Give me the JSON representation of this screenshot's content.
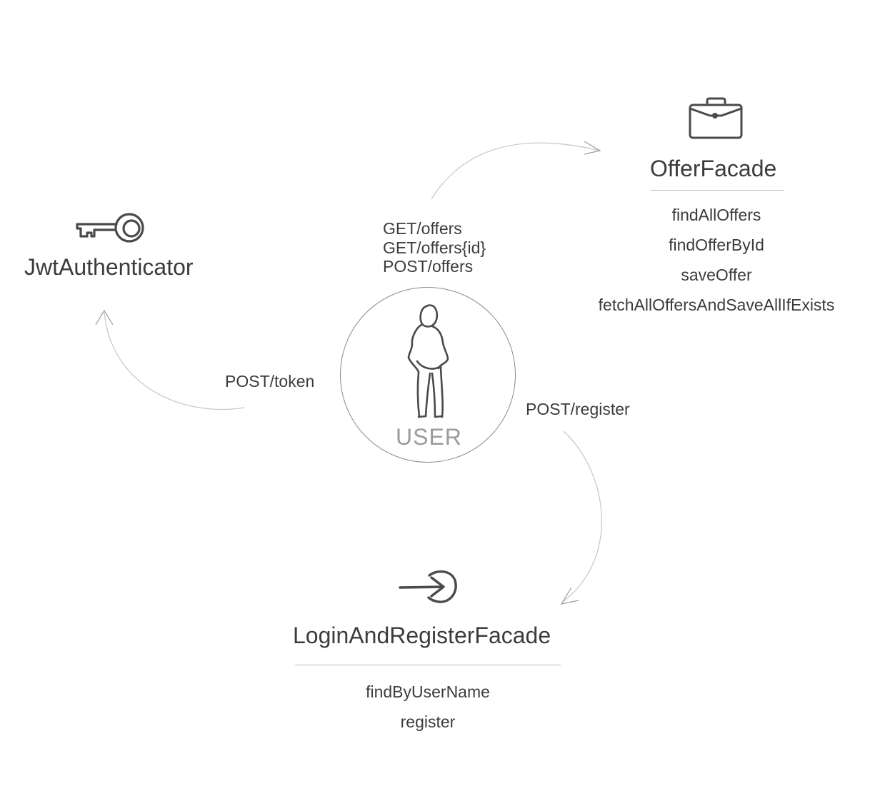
{
  "user": {
    "label": "USER"
  },
  "jwt": {
    "title": "JwtAuthenticator"
  },
  "offer": {
    "title": "OfferFacade",
    "methods": [
      "findAllOffers",
      "findOfferById",
      "saveOffer",
      "fetchAllOffersAndSaveAllIfExists"
    ]
  },
  "login": {
    "title": "LoginAndRegisterFacade",
    "methods": [
      "findByUserName",
      "register"
    ]
  },
  "edges": {
    "offers": [
      "GET/offers",
      "GET/offers{id}",
      "POST/offers"
    ],
    "token": "POST/token",
    "register": "POST/register"
  },
  "icons": {
    "jwt": "key-icon",
    "offer": "briefcase-icon",
    "login": "login-arrow-icon",
    "user": "person-icon"
  },
  "colors": {
    "icon": "#4a4a4a",
    "connector": "#c6c6c6",
    "user_label": "#9b9b9b"
  }
}
